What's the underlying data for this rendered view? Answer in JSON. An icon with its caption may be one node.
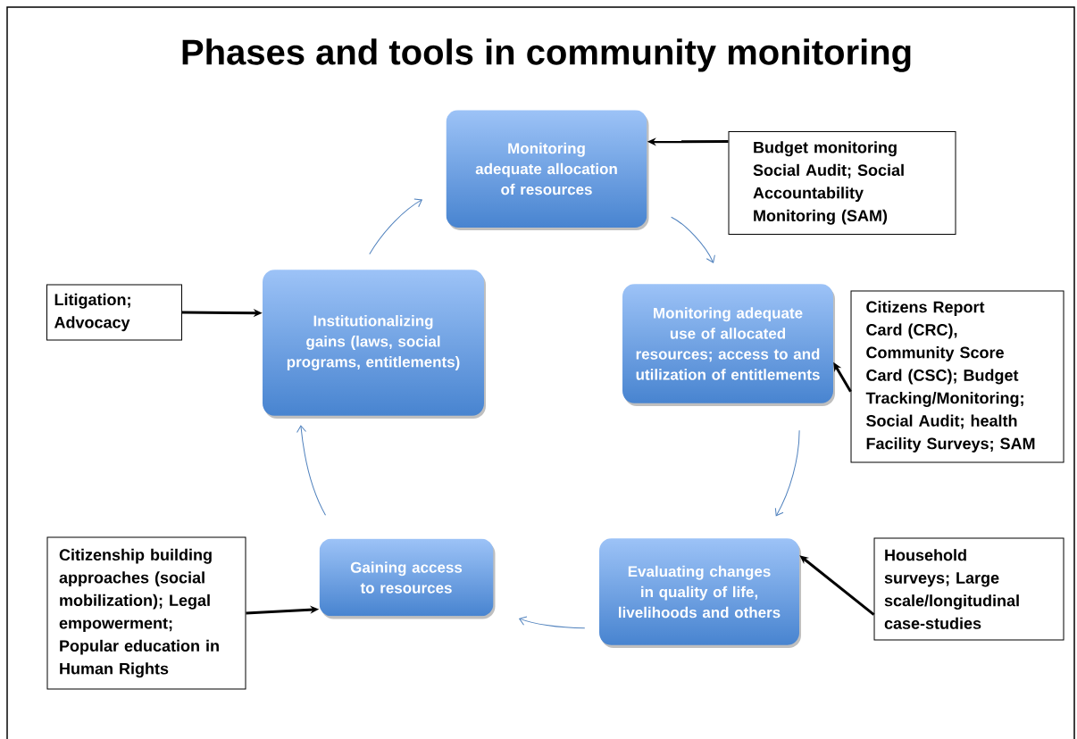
{
  "diagram": {
    "title": "Phases and tools in community monitoring",
    "nodes": [
      {
        "text": [
          "Monitoring adequate allocation of resources"
        ]
      },
      {
        "text": [
          "Budget monitoring Social Audit; Social Accountability Monitoring (SAM)"
        ]
      },
      {
        "text": [
          "Monitoring adequate use of allocated resources; access to and utilization of entitlements"
        ]
      },
      {
        "text": [
          "Citizens Report Card (CRC), Community Score Card (CSC); Budget Tracking/Monitoring; Social Audit; health Facility Surveys; SAM"
        ]
      },
      {
        "text": [
          "Evaluating changes in quality of life, livelihoods and others"
        ]
      },
      {
        "text": [
          "Household surveys; Large scale/longitudinal case-studies"
        ]
      },
      {
        "text": [
          "Gaining access to resources"
        ]
      },
      {
        "text": [
          "Citizenship building approaches (social mobilization); Legal empowerment; Popular education in Human Rights"
        ]
      },
      {
        "text": [
          "Institutionalizing gains (laws, social programs, entitlements)"
        ]
      },
      {
        "text": [
          "Litigation; Advocacy"
        ]
      }
    ],
    "edges": [
      {
        "from": 0,
        "to": 2,
        "arrow": "to",
        "color": "#4f81bd"
      },
      {
        "from": 2,
        "to": 4,
        "arrow": "to",
        "color": "#4f81bd"
      },
      {
        "from": 4,
        "to": 6,
        "arrow": "to",
        "color": "#4f81bd"
      },
      {
        "from": 6,
        "to": 8,
        "arrow": "to",
        "color": "#4f81bd"
      },
      {
        "from": 8,
        "to": 0,
        "arrow": "to",
        "color": "#4f81bd"
      },
      {
        "from": 1,
        "to": 0,
        "arrow": "to",
        "style": "thick",
        "color": "#000000"
      },
      {
        "from": 3,
        "to": 2,
        "arrow": "to",
        "style": "thick",
        "color": "#000000"
      },
      {
        "from": 5,
        "to": 4,
        "arrow": "to",
        "style": "thick",
        "color": "#000000"
      },
      {
        "from": 7,
        "to": 6,
        "arrow": "to",
        "style": "thick",
        "color": "#000000"
      },
      {
        "from": 9,
        "to": 8,
        "arrow": "to",
        "style": "thick",
        "color": "#000000"
      }
    ]
  }
}
